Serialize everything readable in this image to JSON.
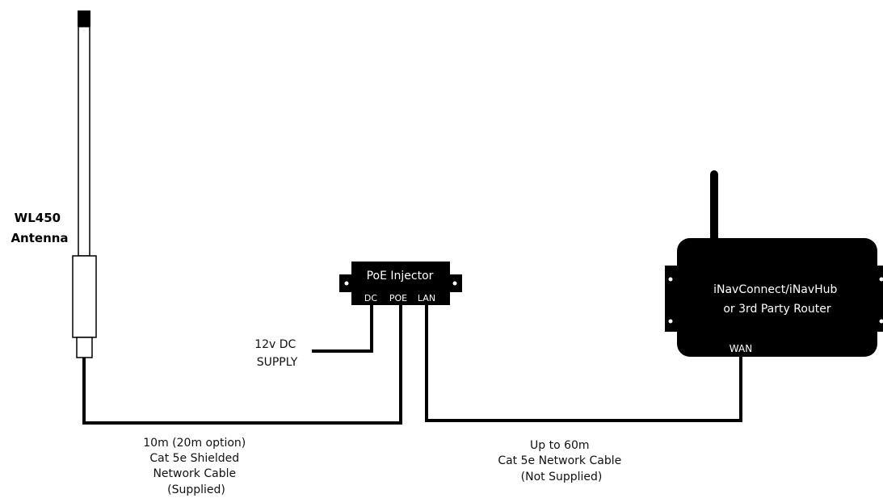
{
  "antenna": {
    "label_line1": "WL450",
    "label_line2": "Antenna"
  },
  "poe_injector": {
    "title": "PoE Injector",
    "port_dc": "DC",
    "port_poe": "POE",
    "port_lan": "LAN"
  },
  "dc_supply": {
    "line1": "12v DC",
    "line2": "SUPPLY"
  },
  "router": {
    "line1": "iNavConnect/iNavHub",
    "line2": "or 3rd Party Router",
    "port_wan": "WAN"
  },
  "cable_antenna": {
    "line1": "10m (20m option)",
    "line2": "Cat 5e Shielded",
    "line3": "Network Cable",
    "line4": "(Supplied)"
  },
  "cable_router": {
    "line1": "Up to 60m",
    "line2": "Cat 5e Network Cable",
    "line3": "(Not Supplied)"
  }
}
